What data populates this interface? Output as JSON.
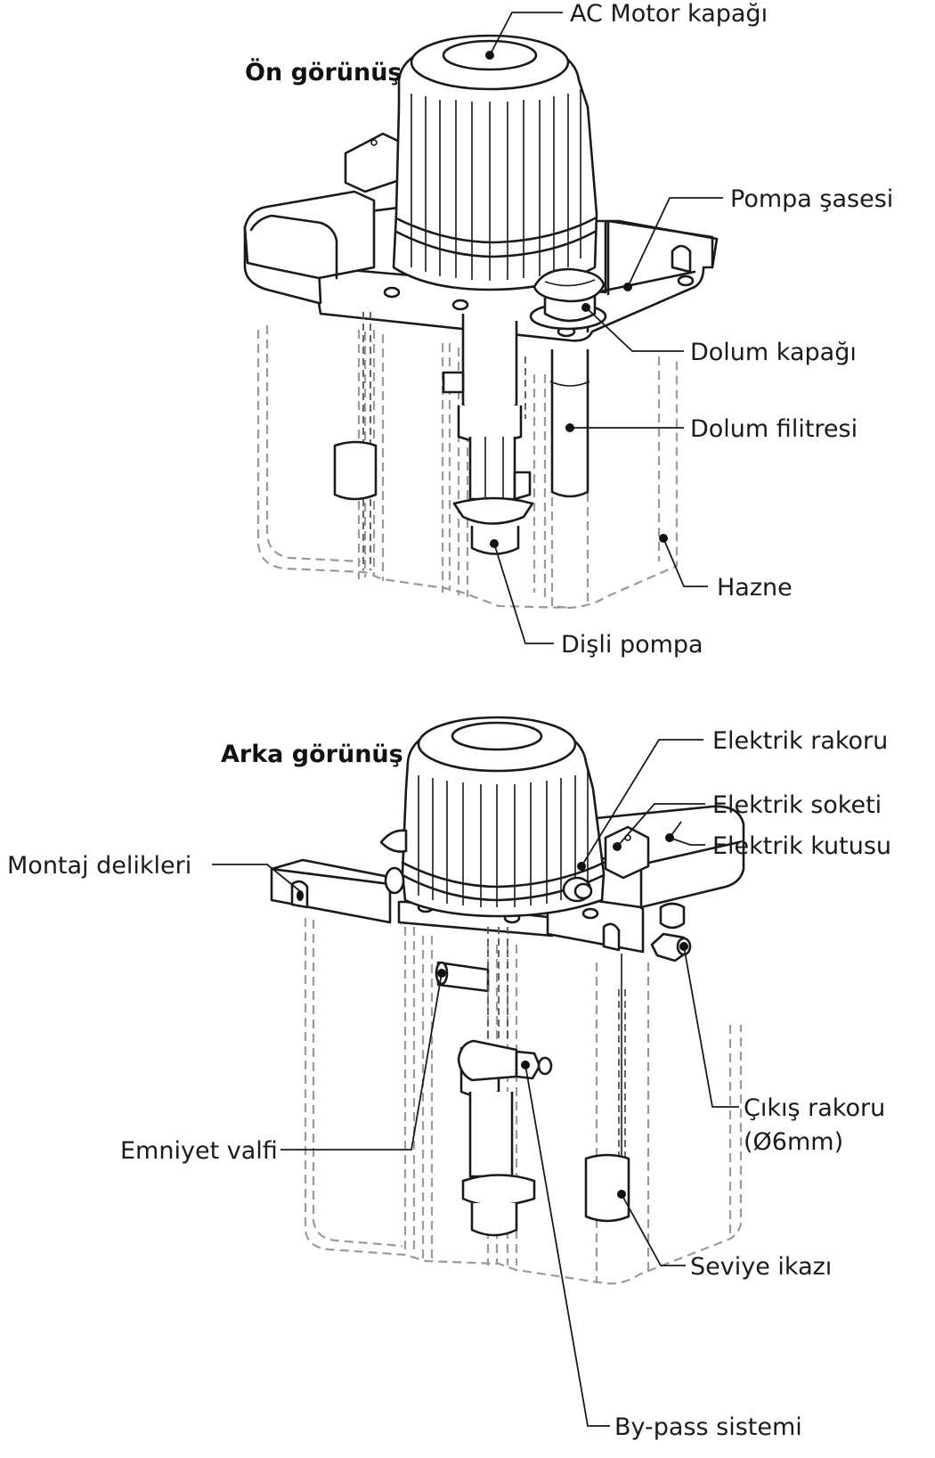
{
  "front_view": {
    "title": "Ön görünüş",
    "labels": {
      "motor_cover": "AC Motor kapağı",
      "pump_chassis": "Pompa şasesi",
      "fill_cap": "Dolum kapağı",
      "fill_filter": "Dolum filitresi",
      "reservoir": "Hazne",
      "gear_pump": "Dişli pompa"
    }
  },
  "rear_view": {
    "title": "Arka görünüş",
    "labels": {
      "electric_fitting": "Elektrik rakoru",
      "electric_socket": "Elektrik soketi",
      "electric_box": "Elektrik kutusu",
      "mounting_holes": "Montaj delikleri",
      "outlet_fitting": "Çıkış rakoru",
      "outlet_fitting_size": "(Ø6mm)",
      "safety_valve": "Emniyet valfi",
      "level_warning": "Seviye ikazı",
      "bypass_system": "By-pass sistemi"
    }
  }
}
